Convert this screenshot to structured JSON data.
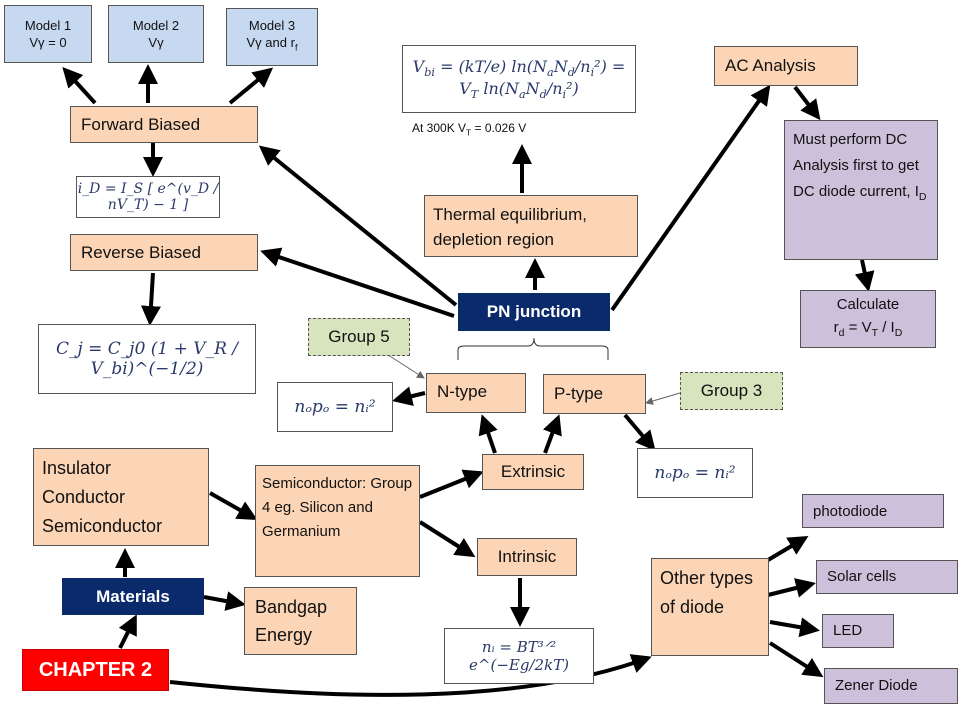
{
  "chapter": "CHAPTER 2",
  "materials": "Materials",
  "insulator_list": [
    "Insulator",
    "Conductor",
    "Semiconductor"
  ],
  "bandgap": "Bandgap Energy",
  "semiconductor_desc": "Semiconductor: Group 4 eg. Silicon and Germanium",
  "extrinsic": "Extrinsic",
  "intrinsic": "Intrinsic",
  "intrinsic_formula": "nᵢ = BT³ᐟ² e^(−Eg/2kT)",
  "ntype": "N-type",
  "ptype": "P-type",
  "group5": "Group 5",
  "group3": "Group 3",
  "mass_action": "nₒpₒ = nᵢ²",
  "pn_junction": "PN junction",
  "thermal": "Thermal equilibrium, depletion region",
  "vbi_note": "At 300K V",
  "vbi_note_sub": "T",
  "vbi_note_value": " = 0.026 V",
  "forward_biased": "Forward Biased",
  "reverse_biased": "Reverse Biased",
  "diode_eq": "i_D = I_S [ e^(v_D / nV_T) − 1 ]",
  "cap_eq": "C_j = C_j0 (1 + V_R / V_bi)^(−1/2)",
  "models": [
    {
      "title": "Model 1",
      "desc": "Vγ = 0"
    },
    {
      "title": "Model 2",
      "desc": "Vγ"
    },
    {
      "title": "Model 3",
      "desc": "Vγ and r"
    }
  ],
  "model3_sub": "f",
  "ac_analysis": "AC Analysis",
  "dc_note": "Must perform DC Analysis first to get DC diode current, I",
  "dc_note_sub": "D",
  "calc_title": "Calculate",
  "calc_eq": "r",
  "calc_eq_sub1": "d",
  "calc_eq_mid": " = V",
  "calc_eq_sub2": "T",
  "calc_eq_end": " / I",
  "calc_eq_sub3": "D",
  "other_diodes": "Other types of diode",
  "diode_types": [
    "photodiode",
    "Solar cells",
    "LED",
    "Zener Diode"
  ]
}
